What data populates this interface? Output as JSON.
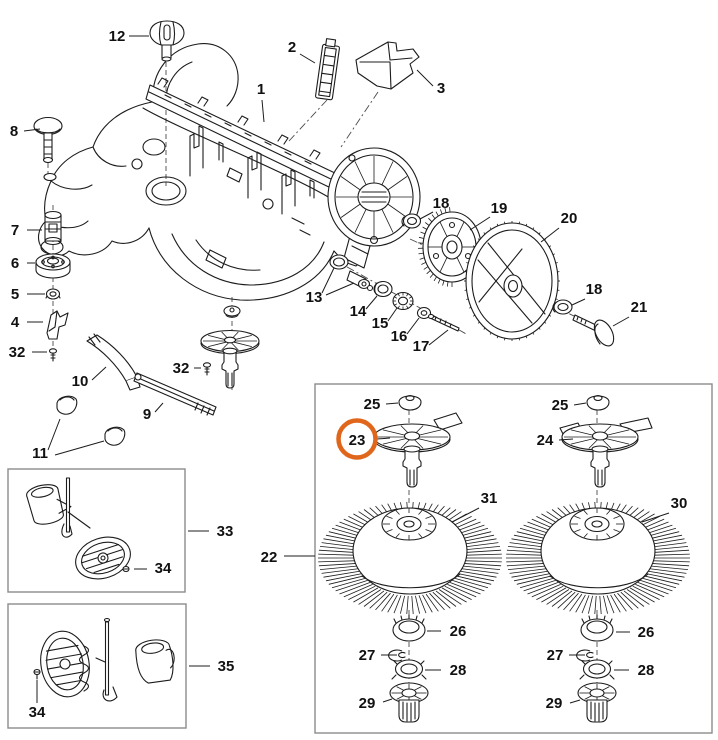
{
  "diagram": {
    "kind": "exploded-parts-diagram",
    "highlighted_part": "23"
  },
  "colors": {
    "line": "#1c1c1c",
    "box_border": "#8c8c8c",
    "background": "#ffffff",
    "highlight_ring": "#E0661C"
  },
  "highlight": {
    "color": "#E0661C"
  },
  "callouts": {
    "c1": "1",
    "c2": "2",
    "c3": "3",
    "c4": "4",
    "c5": "5",
    "c6": "6",
    "c7": "7",
    "c8": "8",
    "c9": "9",
    "c10": "10",
    "c11": "11",
    "c12": "12",
    "c13": "13",
    "c14": "14",
    "c15": "15",
    "c16": "16",
    "c17": "17",
    "c18a": "18",
    "c18b": "18",
    "c19": "19",
    "c20": "20",
    "c21": "21",
    "c22": "22",
    "c23": "23",
    "c24": "24",
    "c25a": "25",
    "c25b": "25",
    "c26a": "26",
    "c26b": "26",
    "c27a": "27",
    "c27b": "27",
    "c28a": "28",
    "c28b": "28",
    "c29a": "29",
    "c29b": "29",
    "c30": "30",
    "c31": "31",
    "c32a": "32",
    "c32b": "32",
    "c33": "33",
    "c34a": "34",
    "c34b": "34",
    "c35": "35"
  }
}
